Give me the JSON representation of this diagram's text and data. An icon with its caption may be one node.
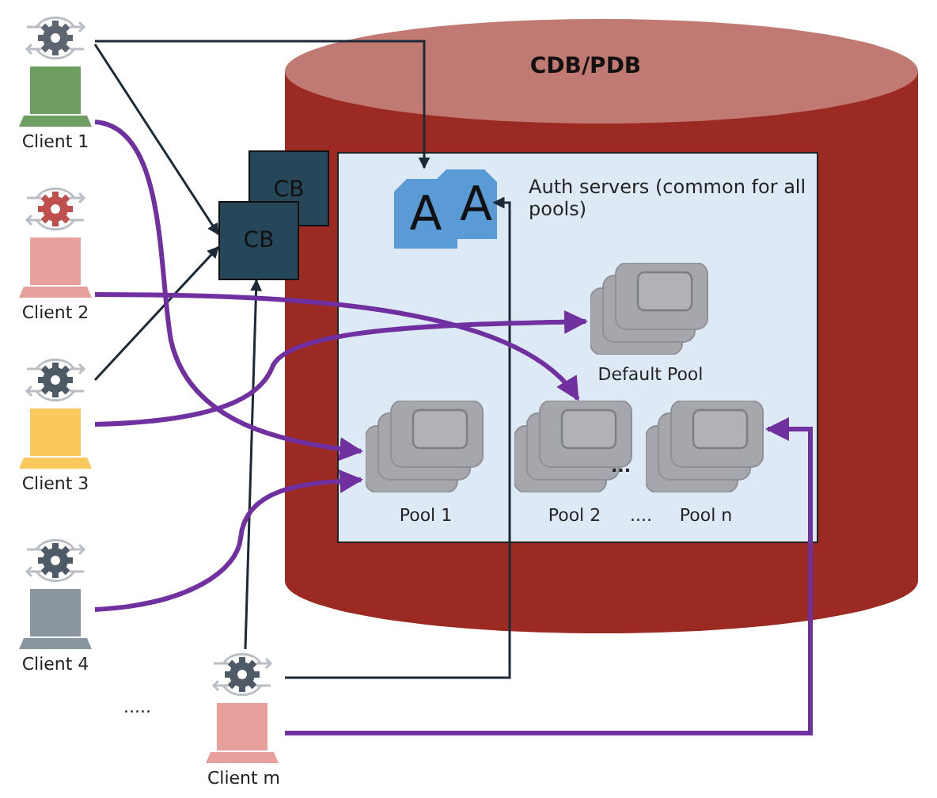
{
  "diagram": {
    "nodes": [
      {
        "text": [
          "CDB/PDB"
        ]
      },
      {
        "text": [],
        "shape": "box",
        "in": 0
      },
      {
        "text": [
          "A",
          "A"
        ],
        "beside": [
          "Auth servers (common for all pools)"
        ],
        "in": 1
      },
      {
        "text": [
          "Default Pool"
        ],
        "in": 1
      },
      {
        "text": [
          "Pool 1"
        ],
        "in": 1
      },
      {
        "text": [
          "Pool 2"
        ],
        "in": 1
      },
      {
        "text": [
          "Pool n"
        ],
        "in": 1
      },
      {
        "text": [
          "CB"
        ]
      },
      {
        "text": [
          "CB"
        ]
      },
      {
        "text": [
          "Client 1"
        ]
      },
      {
        "text": [
          "Client 2"
        ]
      },
      {
        "text": [
          "Client 3"
        ]
      },
      {
        "text": [
          "Client 4"
        ]
      },
      {
        "text": [
          "Client m"
        ]
      }
    ],
    "edges": [
      {
        "from": 9,
        "to": 2,
        "arrow": "to",
        "color": "#1b2a36"
      },
      {
        "from": 9,
        "to": 8,
        "arrow": "to",
        "color": "#1b2a36"
      },
      {
        "from": 11,
        "to": 8,
        "arrow": "to",
        "color": "#1b2a36"
      },
      {
        "from": 13,
        "to": 8,
        "arrow": "to",
        "color": "#1b2a36"
      },
      {
        "from": 13,
        "to": 2,
        "arrow": "to",
        "color": "#1b2a36"
      },
      {
        "from": 9,
        "to": 4,
        "arrow": "to",
        "color": "#7030a0",
        "style": "thick"
      },
      {
        "from": 10,
        "to": 5,
        "arrow": "to",
        "color": "#7030a0",
        "style": "thick"
      },
      {
        "from": 11,
        "to": 3,
        "arrow": "to",
        "color": "#7030a0",
        "style": "thick"
      },
      {
        "from": 12,
        "to": 4,
        "arrow": "to",
        "color": "#7030a0",
        "style": "thick"
      },
      {
        "from": 13,
        "to": 6,
        "arrow": "to",
        "color": "#7030a0",
        "style": "thick"
      }
    ],
    "labels": [
      "...",
      "....",
      "....."
    ]
  }
}
